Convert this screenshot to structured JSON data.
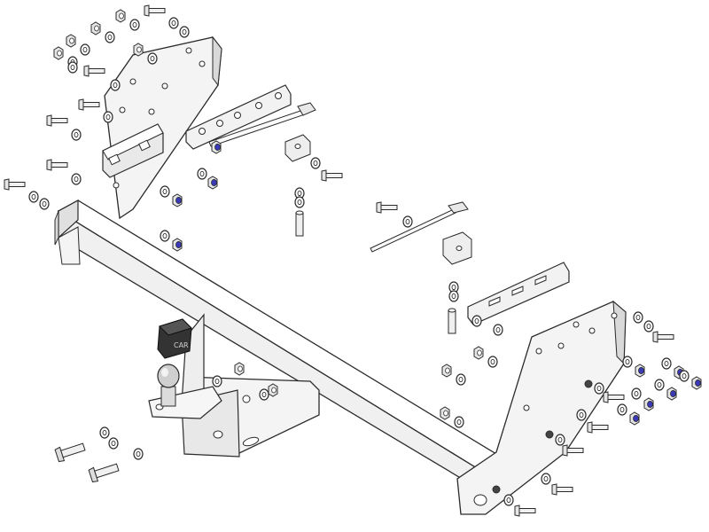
{
  "diagram": {
    "type": "exploded-assembly",
    "subject": "tow-bar-hitch",
    "stroke_color": "#2b2b2b",
    "fill_color": "#f4f4f4",
    "shade_color": "#d9d9d9",
    "nylon_insert_color": "#3a3ab8",
    "ball_color": "#cfcfcf",
    "socket_color": "#333333",
    "socket_label": "CAR"
  }
}
